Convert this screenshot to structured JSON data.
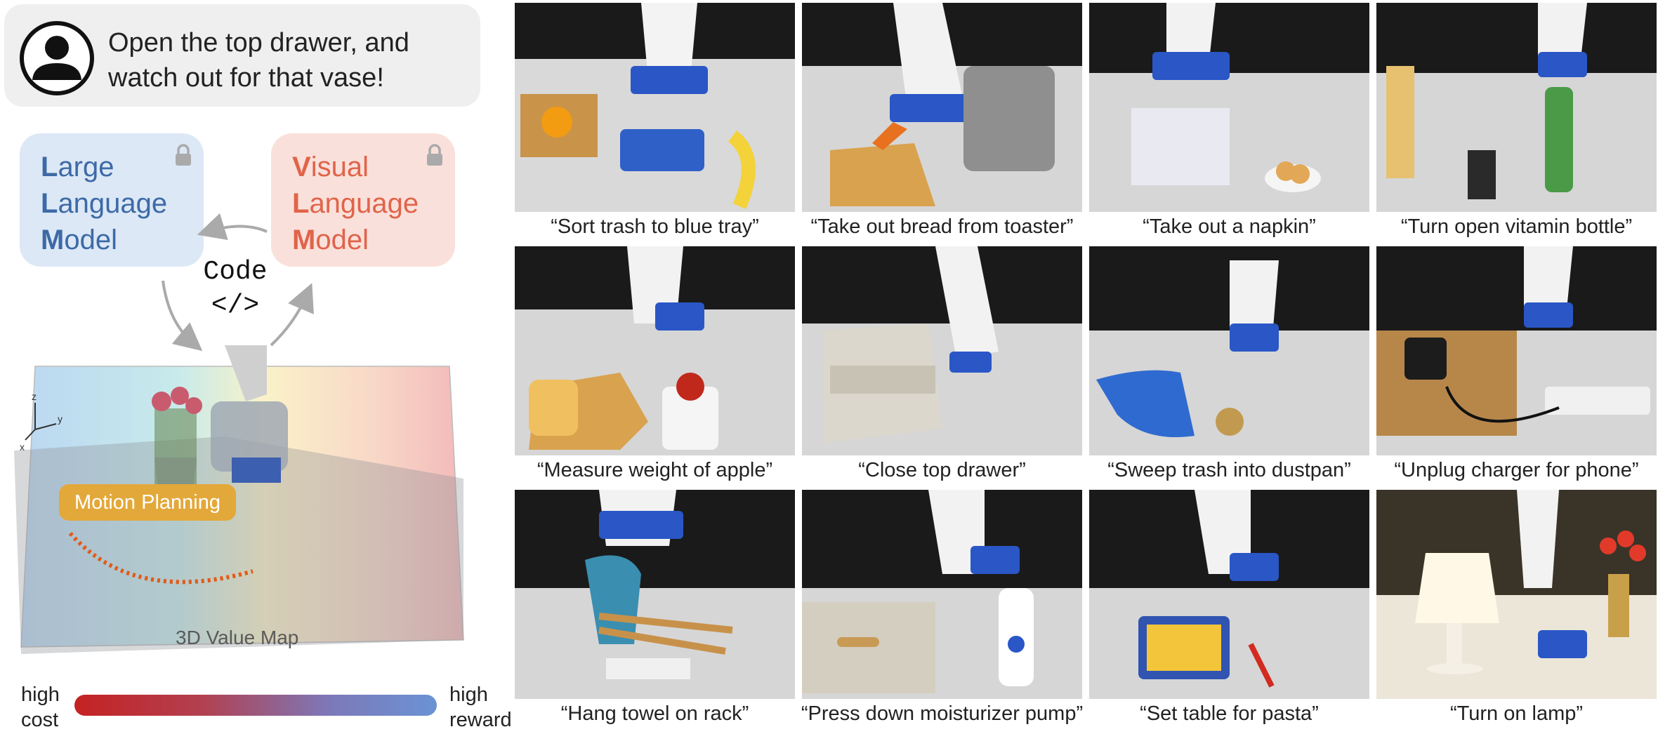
{
  "instruction": {
    "icon": "user-icon",
    "text": "Open the top drawer, and watch out for that vase!"
  },
  "models": {
    "llm": {
      "lines": [
        {
          "initial": "L",
          "rest": "arge"
        },
        {
          "initial": "L",
          "rest": "anguage"
        },
        {
          "initial": "M",
          "rest": "odel"
        }
      ],
      "icon": "lock-icon",
      "color": "#3d6aa6"
    },
    "vlm": {
      "lines": [
        {
          "initial": "V",
          "rest": "isual"
        },
        {
          "initial": "L",
          "rest": "anguage"
        },
        {
          "initial": "M",
          "rest": "odel"
        }
      ],
      "icon": "lock-icon",
      "color": "#e0644a"
    }
  },
  "code": {
    "line1": "Code",
    "line2": "</>"
  },
  "value_map": {
    "motion_label": "Motion Planning",
    "map_label": "3D Value Map",
    "axes": {
      "z": "z",
      "y": "y",
      "x": "x"
    },
    "colorbar": {
      "low_label": "high cost",
      "high_label": "high reward",
      "low_color": "#c52222",
      "high_color": "#6a93d4"
    }
  },
  "tasks": [
    {
      "caption": "“Sort trash to blue tray”"
    },
    {
      "caption": "“Take out bread from toaster”"
    },
    {
      "caption": "“Take out a napkin”"
    },
    {
      "caption": "“Turn open vitamin bottle”"
    },
    {
      "caption": "“Measure weight of apple”"
    },
    {
      "caption": "“Close top drawer”"
    },
    {
      "caption": "“Sweep trash into dustpan”"
    },
    {
      "caption": "“Unplug charger for phone”"
    },
    {
      "caption": "“Hang towel on rack”"
    },
    {
      "caption": "“Press down moisturizer pump”"
    },
    {
      "caption": "“Set table for pasta”"
    },
    {
      "caption": "“Turn on lamp”"
    }
  ]
}
